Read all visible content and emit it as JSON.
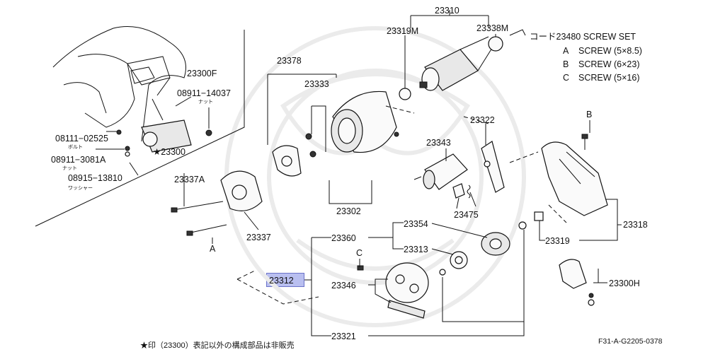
{
  "diagram": {
    "part_numbers": {
      "p23310": "23310",
      "p23319M": "23319M",
      "p23338M": "23338M",
      "p23378": "23378",
      "p23333": "23333",
      "p23300F": "23300F",
      "p08911_14037": "08911−14037",
      "p08111_02525": "08111−02525",
      "p08911_3081A": "08911−3081A",
      "p23300": "★23300",
      "p08915_13810": "08915−13810",
      "p23337A": "23337A",
      "p23337": "23337",
      "p23302": "23302",
      "p23322": "23322",
      "p23343": "23343",
      "p23475": "23475",
      "p23318": "23318",
      "p23319": "23319",
      "p23360": "23360",
      "p23354": "23354",
      "p23313": "23313",
      "p23312": "23312",
      "p23346": "23346",
      "p23321": "23321",
      "p23300H": "23300H"
    },
    "part_sub_labels": {
      "nut": "ナット",
      "bolt": "ボルト",
      "washer": "ワッシャー"
    },
    "screw_set": {
      "title": "コード23480 SCREW SET",
      "items": [
        {
          "key": "A",
          "desc": "SCREW (5×8.5)"
        },
        {
          "key": "B",
          "desc": "SCREW (6×23)"
        },
        {
          "key": "C",
          "desc": "SCREW (5×16)"
        }
      ]
    },
    "callout_letters": {
      "a": "A",
      "b": "B",
      "c": "C"
    },
    "footnote": "★印（23300）表記以外の構成部品は非販売",
    "figure_code": "F31-A-G2205-0378",
    "highlight_color": "#b9bff0"
  }
}
